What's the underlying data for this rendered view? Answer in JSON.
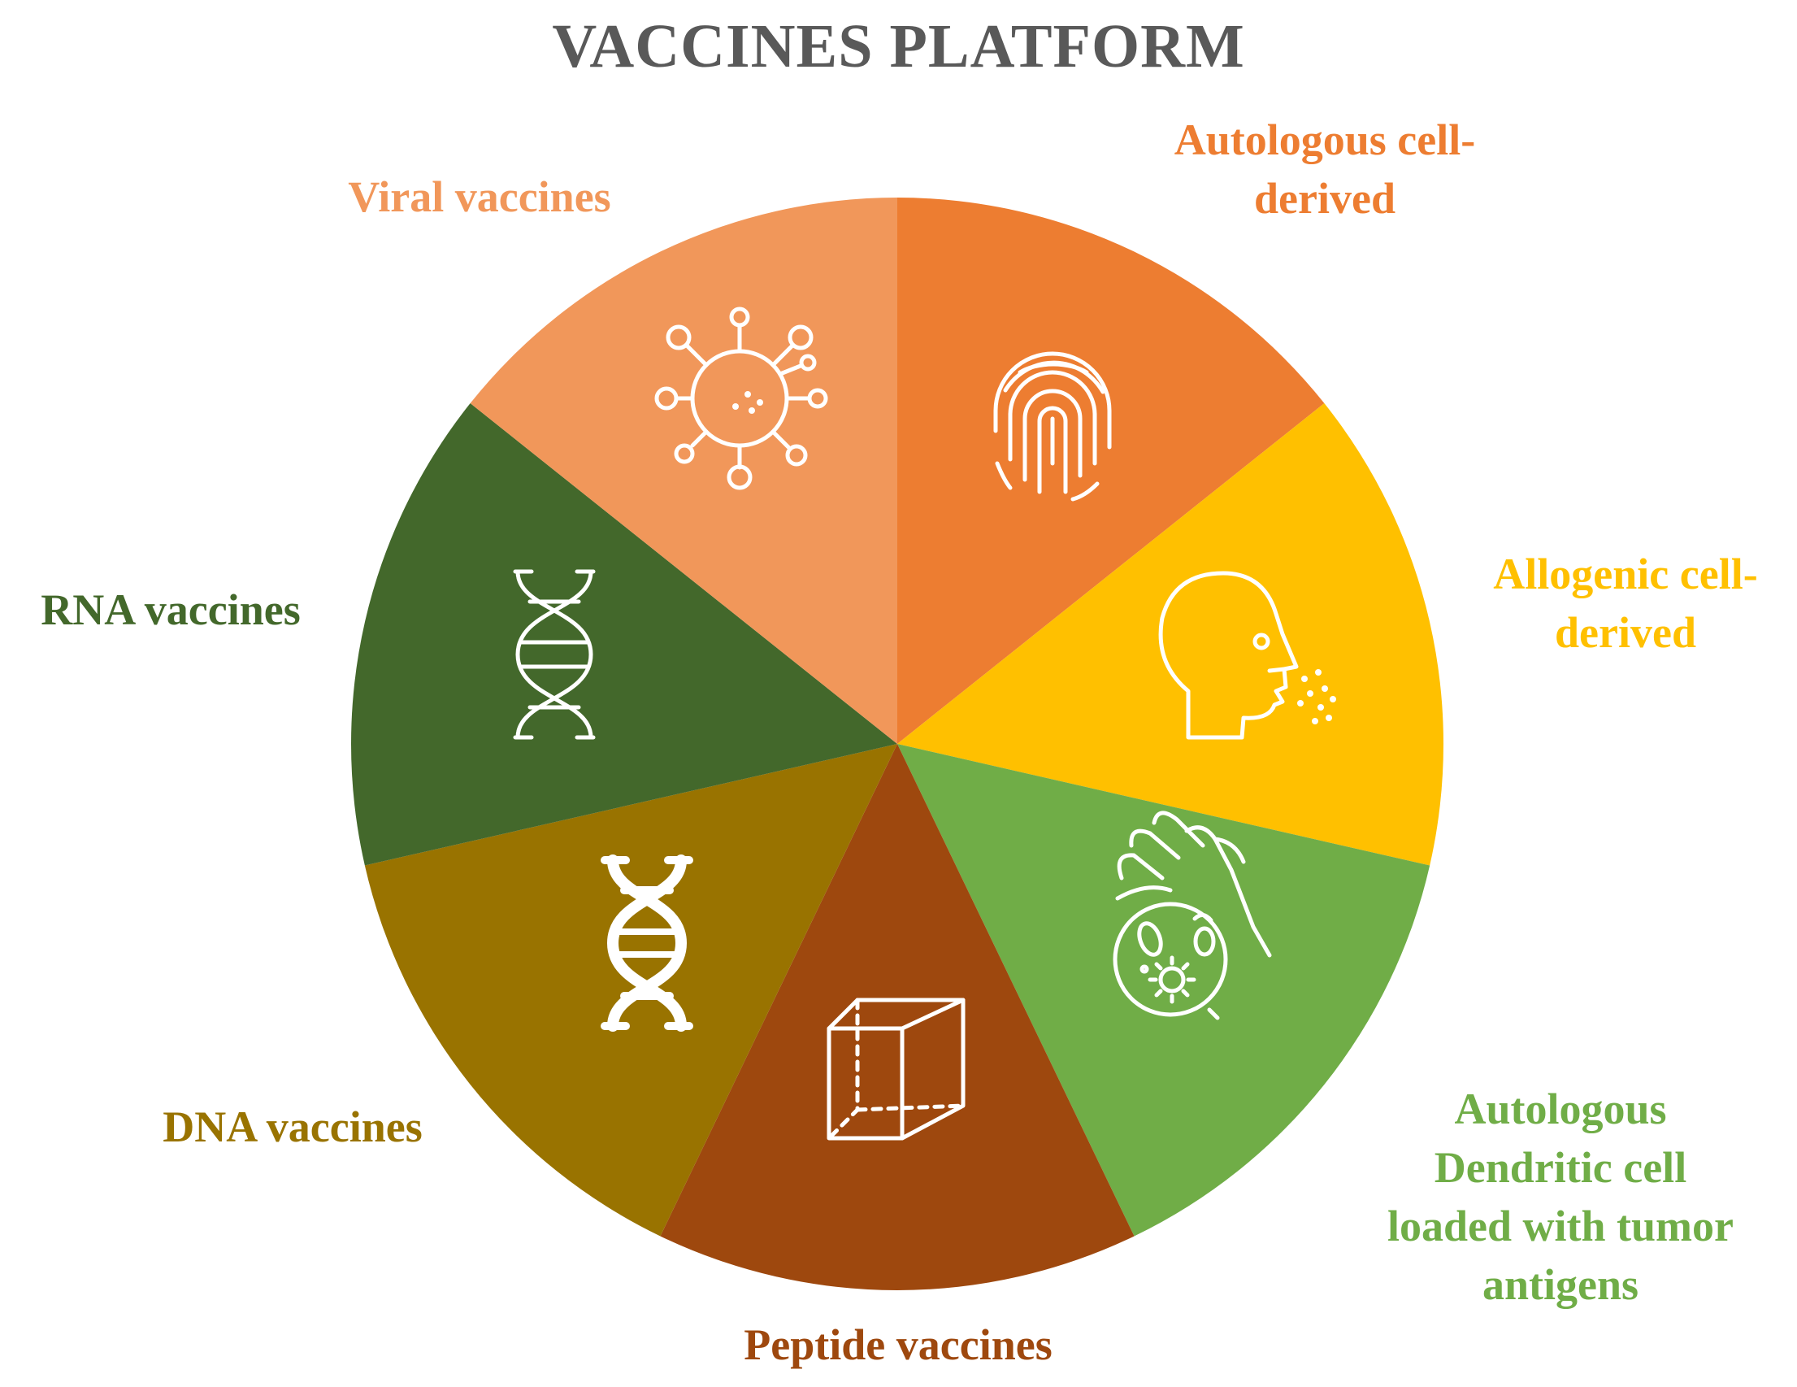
{
  "title": "VACCINES PLATFORM",
  "segments": [
    {
      "id": "autologous-cell",
      "label_lines": [
        "Autologous cell-",
        "derived"
      ],
      "color": "#ED7D31",
      "label_color": "#ED7D31",
      "icon": "fingerprint-icon"
    },
    {
      "id": "allogenic-cell",
      "label_lines": [
        "Allogenic cell-",
        "derived"
      ],
      "color": "#FFC000",
      "label_color": "#FFC000",
      "icon": "head-breath-icon"
    },
    {
      "id": "dendritic-cell",
      "label_lines": [
        "Autologous",
        "Dendritic cell",
        "loaded with tumor",
        "antigens"
      ],
      "color": "#70AD47",
      "label_color": "#70AD47",
      "icon": "hand-cell-icon"
    },
    {
      "id": "peptide",
      "label_lines": [
        "Peptide vaccines"
      ],
      "color": "#9E480E",
      "label_color": "#9E480E",
      "icon": "cube-icon"
    },
    {
      "id": "dna",
      "label_lines": [
        "DNA vaccines"
      ],
      "color": "#997300",
      "label_color": "#997300",
      "icon": "dna-bold-icon"
    },
    {
      "id": "rna",
      "label_lines": [
        "RNA vaccines"
      ],
      "color": "#43682B",
      "label_color": "#43682B",
      "icon": "rna-helix-icon"
    },
    {
      "id": "viral",
      "label_lines": [
        "Viral vaccines"
      ],
      "color": "#F1975A",
      "label_color": "#F1975A",
      "icon": "virus-icon"
    }
  ]
}
